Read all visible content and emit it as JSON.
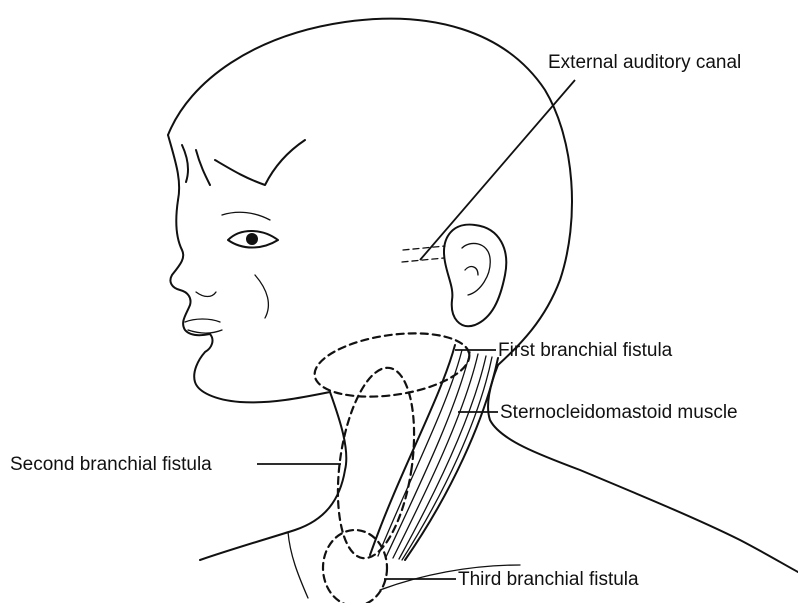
{
  "labels": {
    "external_auditory_canal": "External auditory canal",
    "first_branchial_fistula": "First branchial fistula",
    "sternocleidomastoid_muscle": "Sternocleidomastoid muscle",
    "second_branchial_fistula": "Second branchial fistula",
    "third_branchial_fistula": "Third branchial fistula"
  }
}
